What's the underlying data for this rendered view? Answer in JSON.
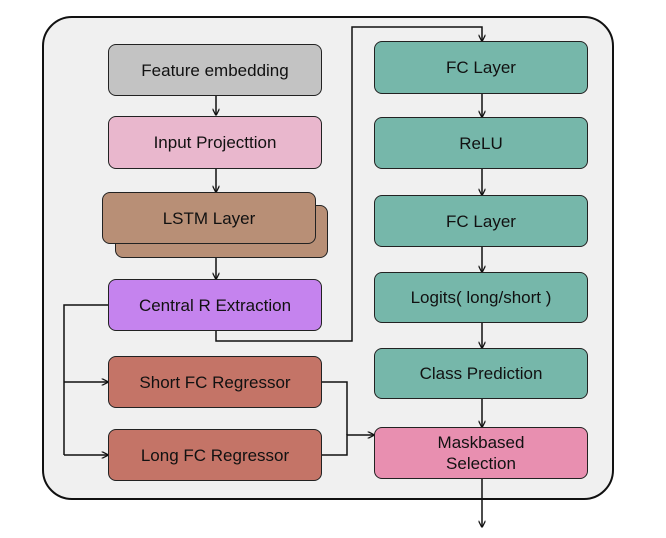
{
  "colors": {
    "gray": "#c3c3c3",
    "pink": "#e9b7cd",
    "brown": "#b88f76",
    "purple": "#c583ee",
    "red": "#c47467",
    "teal": "#76b7aa",
    "rose": "#e88fb0",
    "frame": "#f0f0f0",
    "line": "#111111"
  },
  "nodes": {
    "feature_embedding": "Feature embedding",
    "input_projection": "Input Projecttion",
    "lstm_layer": "LSTM Layer",
    "central_r_extraction": "Central R Extraction",
    "short_fc_regressor": "Short FC Regressor",
    "long_fc_regressor": "Long FC Regressor",
    "fc_layer_1": "FC Layer",
    "relu": "ReLU",
    "fc_layer_2": "FC Layer",
    "logits": "Logits( long/short )",
    "class_prediction": "Class Prediction",
    "maskbased_selection": "Maskbased\nSelection"
  }
}
